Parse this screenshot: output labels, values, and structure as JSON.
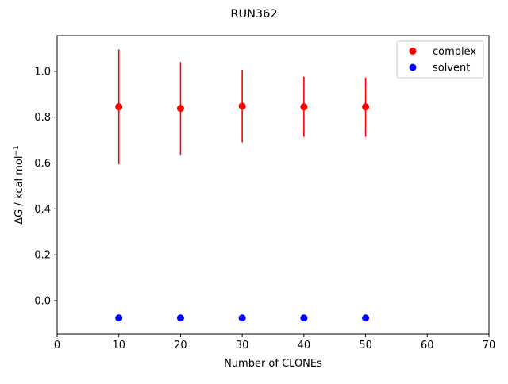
{
  "chart_data": {
    "type": "scatter",
    "title": "RUN362",
    "xlabel": "Number of CLONEs",
    "ylabel_main": "ΔG / kcal mol",
    "ylabel_sup": "−1",
    "xlim": [
      0,
      70
    ],
    "ylim": [
      -0.145,
      1.155
    ],
    "x_ticks": [
      0,
      10,
      20,
      30,
      40,
      50,
      60,
      70
    ],
    "x_tick_labels": [
      "0",
      "10",
      "20",
      "30",
      "40",
      "50",
      "60",
      "70"
    ],
    "y_ticks": [
      0.0,
      0.2,
      0.4,
      0.6,
      0.8,
      1.0
    ],
    "y_tick_labels": [
      "0.0",
      "0.2",
      "0.4",
      "0.6",
      "0.8",
      "1.0"
    ],
    "grid": false,
    "legend_position": "top-right",
    "series": [
      {
        "name": "complex",
        "color": "#ff0000",
        "points": [
          {
            "x": 10,
            "y": 0.845,
            "err_low": 0.595,
            "err_high": 1.095
          },
          {
            "x": 20,
            "y": 0.838,
            "err_low": 0.636,
            "err_high": 1.04
          },
          {
            "x": 30,
            "y": 0.848,
            "err_low": 0.69,
            "err_high": 1.006
          },
          {
            "x": 40,
            "y": 0.845,
            "err_low": 0.714,
            "err_high": 0.976
          },
          {
            "x": 50,
            "y": 0.845,
            "err_low": 0.714,
            "err_high": 0.972
          }
        ]
      },
      {
        "name": "solvent",
        "color": "#0000ff",
        "points": [
          {
            "x": 10,
            "y": -0.075
          },
          {
            "x": 20,
            "y": -0.075
          },
          {
            "x": 30,
            "y": -0.075
          },
          {
            "x": 40,
            "y": -0.075
          },
          {
            "x": 50,
            "y": -0.075
          }
        ]
      }
    ]
  }
}
